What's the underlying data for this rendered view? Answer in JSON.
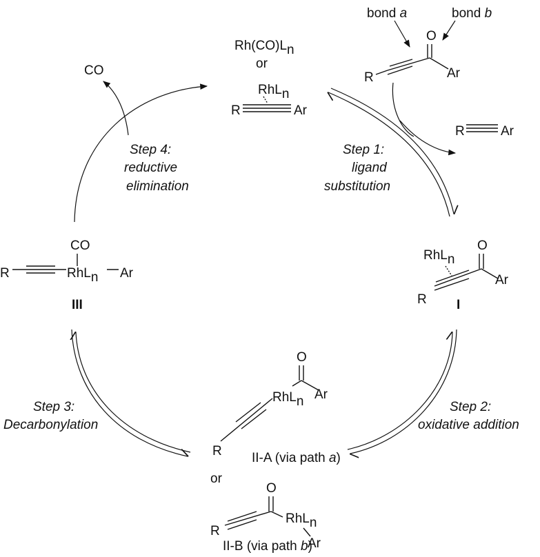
{
  "species": {
    "catalyst_line1": "Rh(CO)L",
    "catalyst_or": "or",
    "catalyst_rhln": "RhL",
    "substrate_bond_a": "bond",
    "substrate_bond_a_letter": "a",
    "substrate_bond_b": "bond",
    "substrate_bond_b_letter": "b",
    "sub_n": "n",
    "R": "R",
    "Ar": "Ar",
    "O": "O",
    "CO": "CO",
    "co_released": "CO",
    "product_R": "R",
    "product_Ar": "Ar",
    "intermediate_I": "I",
    "intermediate_III": "III",
    "intermediate_IIA": "II-A",
    "intermediate_IIA_path": " (via path ",
    "intermediate_IIA_letter": "a",
    "intermediate_IIA_close": ")",
    "intermediate_IIB": "II-B",
    "intermediate_IIB_path": " (via path ",
    "intermediate_IIB_letter": "b",
    "intermediate_IIB_close": ")",
    "or_between": "or"
  },
  "steps": {
    "step1_title": "Step 1:",
    "step1_line1": "ligand",
    "step1_line2": "substitution",
    "step2_title": "Step 2:",
    "step2_line1": "oxidative addition",
    "step3_title": "Step 3:",
    "step3_line1": "Decarbonylation",
    "step4_title": "Step 4:",
    "step4_line1": "reductive",
    "step4_line2": "elimination"
  }
}
